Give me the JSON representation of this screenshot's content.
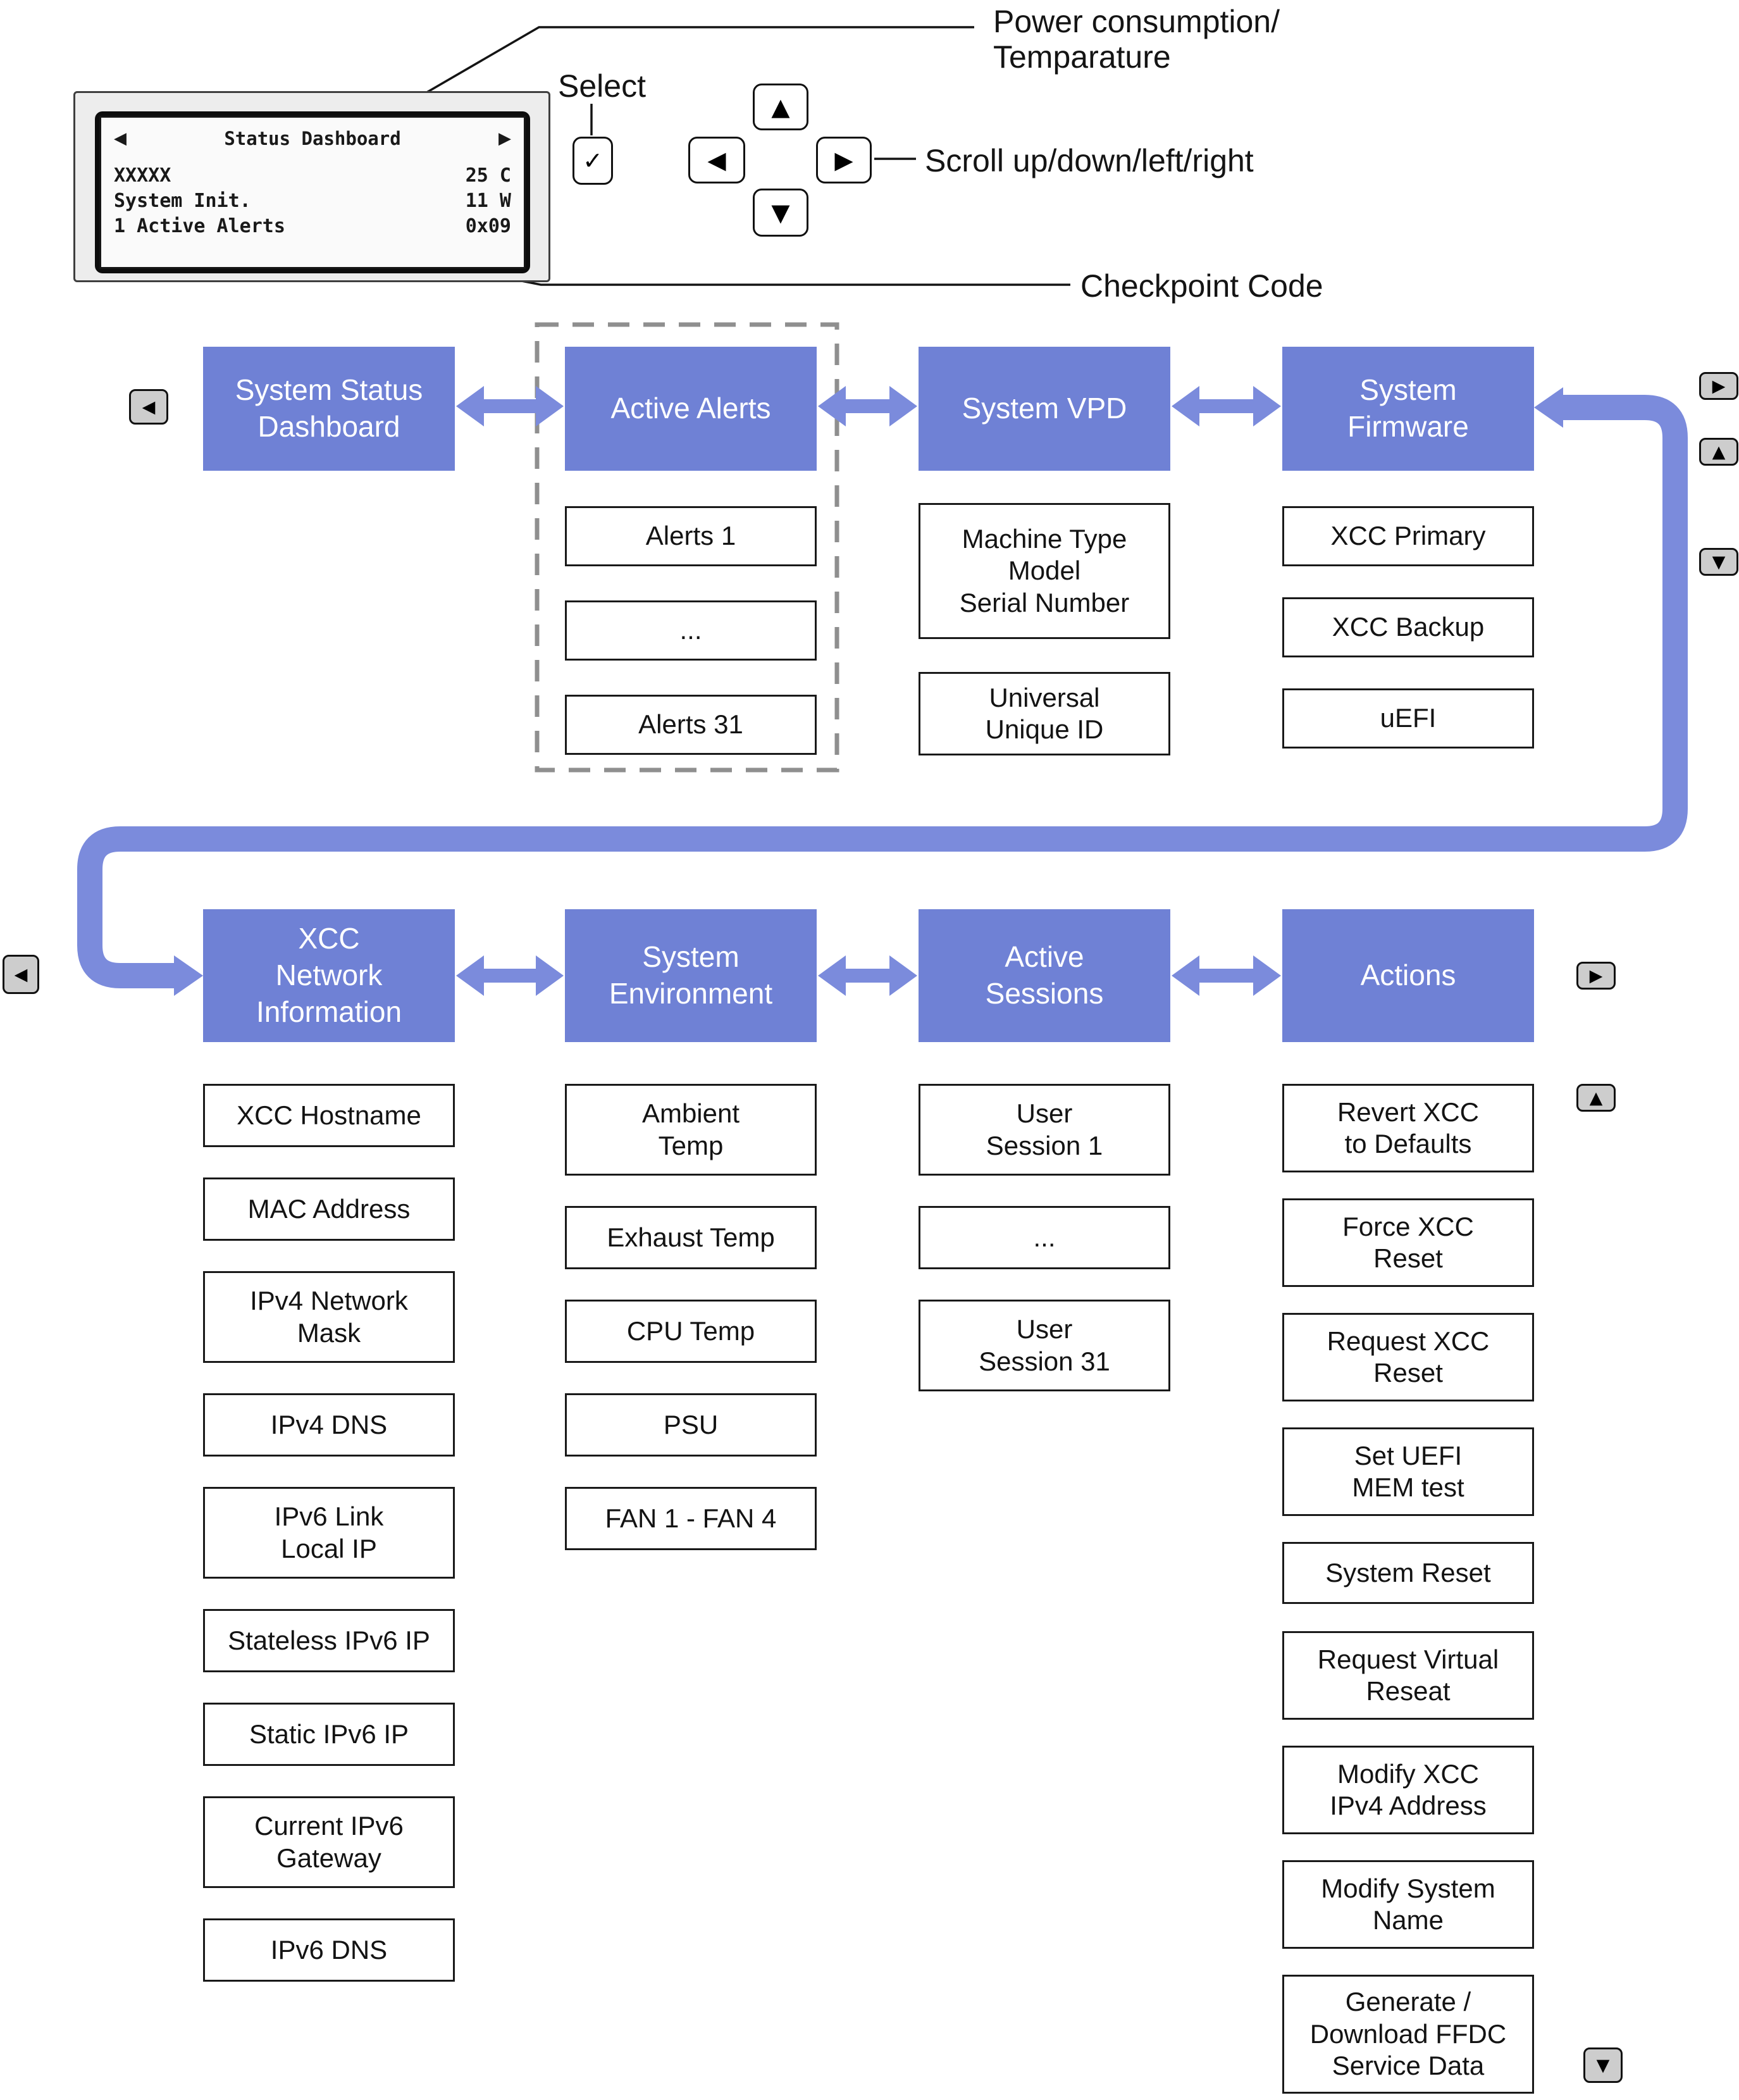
{
  "colors": {
    "box_blue": "#6f81d5",
    "arrow_blue": "#7b8bdc",
    "button_gray": "#cdcdcd"
  },
  "icons": {
    "check": "✓",
    "up": "▲",
    "down": "▼",
    "left": "◀",
    "right": "▶"
  },
  "lcd": {
    "title": "Status Dashboard",
    "rows": [
      {
        "left": "XXXXX",
        "right": "25 C"
      },
      {
        "left": "System Init.",
        "right": "11 W"
      },
      {
        "left": "1 Active Alerts",
        "right": "0x09"
      }
    ]
  },
  "callouts": {
    "power": "Power consumption/\nTemparature",
    "select": "Select",
    "scroll": "Scroll up/down/left/right",
    "checkpoint": "Checkpoint Code"
  },
  "menu": {
    "row1": [
      {
        "label": "System Status\nDashboard",
        "children": []
      },
      {
        "label": "Active Alerts",
        "children": [
          "Alerts 1",
          "...",
          "Alerts 31"
        ]
      },
      {
        "label": "System VPD",
        "children": [
          "Machine Type\nModel\nSerial Number",
          "Universal\nUnique ID"
        ]
      },
      {
        "label": "System\nFirmware",
        "children": [
          "XCC Primary",
          "XCC Backup",
          "uEFI"
        ]
      }
    ],
    "row2": [
      {
        "label": "XCC\nNetwork\nInformation",
        "children": [
          "XCC Hostname",
          "MAC Address",
          "IPv4 Network\nMask",
          "IPv4 DNS",
          "IPv6 Link\nLocal IP",
          "Stateless IPv6 IP",
          "Static IPv6 IP",
          "Current IPv6\nGateway",
          "IPv6 DNS"
        ]
      },
      {
        "label": "System\nEnvironment",
        "children": [
          "Ambient\nTemp",
          "Exhaust Temp",
          "CPU Temp",
          "PSU",
          "FAN 1 - FAN 4"
        ]
      },
      {
        "label": "Active\nSessions",
        "children": [
          "User\nSession 1",
          "...",
          "User\nSession 31"
        ]
      },
      {
        "label": "Actions",
        "children": [
          "Revert XCC\nto Defaults",
          "Force XCC\nReset",
          "Request XCC\nReset",
          "Set UEFI\nMEM test",
          "System Reset",
          "Request Virtual\nReseat",
          "Modify XCC\nIPv4 Address",
          "Modify System\nName",
          "Generate /\nDownload FFDC\nService Data"
        ]
      }
    ]
  }
}
